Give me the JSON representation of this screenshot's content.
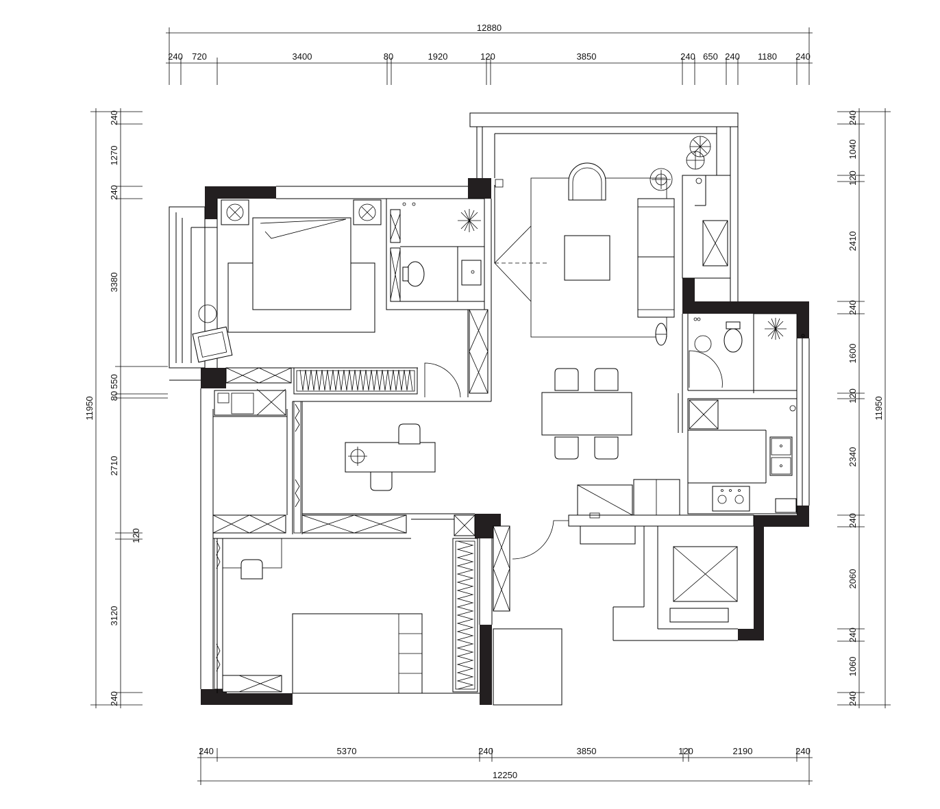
{
  "dimensions": {
    "top_total": "12880",
    "top_segments": [
      "240",
      "720",
      "3400",
      "80",
      "1920",
      "120",
      "3850",
      "240",
      "650",
      "240",
      "1180",
      "240"
    ],
    "bottom_total": "12250",
    "bottom_segments": [
      "240",
      "5370",
      "240",
      "3850",
      "120",
      "2190",
      "240"
    ],
    "left_total": "11950",
    "left_segments": [
      "240",
      "1270",
      "240",
      "3380",
      "550",
      "80",
      "2710",
      "120",
      "3120",
      "240"
    ],
    "right_total": "11950",
    "right_segments": [
      "240",
      "1040",
      "120",
      "2410",
      "240",
      "1600",
      "120",
      "2340",
      "240",
      "2060",
      "240",
      "1060",
      "240"
    ]
  }
}
